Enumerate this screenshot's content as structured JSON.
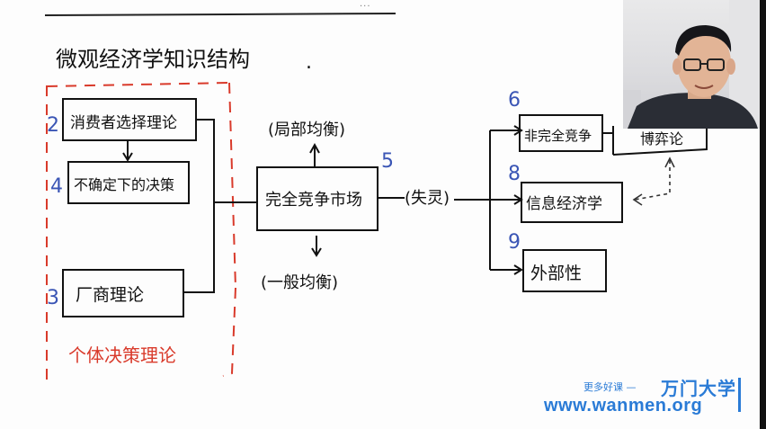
{
  "header": {
    "title": "微观经济学知识结构",
    "dots": "···"
  },
  "diagram": {
    "theory_consumer": "消费者选择理论",
    "decision_uncertainty": "不确定下的决策",
    "theory_producer": "厂商理论",
    "group_label": "个体决策理论",
    "perfect_competition": "完全竞争市场",
    "partial_equilibrium": "(局部均衡)",
    "general_equilibrium": "(一般均衡)",
    "market_failure": "(失灵)",
    "imperfect_competition": "非完全竞争",
    "game_theory": "博弈论",
    "information_economics": "信息经济学",
    "externality": "外部性",
    "numbers": {
      "n2": "2",
      "n4": "4",
      "n3": "3",
      "n5": "5",
      "n6": "6",
      "n8": "8",
      "n9": "9"
    }
  },
  "brand": {
    "slogan": "更多好课 —",
    "name": "万门大学",
    "url": "www.wanmen.org"
  },
  "colors": {
    "ink": "#111111",
    "annotation_blue": "#3a55b5",
    "annotation_red": "#d93a2b",
    "brand_blue": "#2a7bd6"
  }
}
